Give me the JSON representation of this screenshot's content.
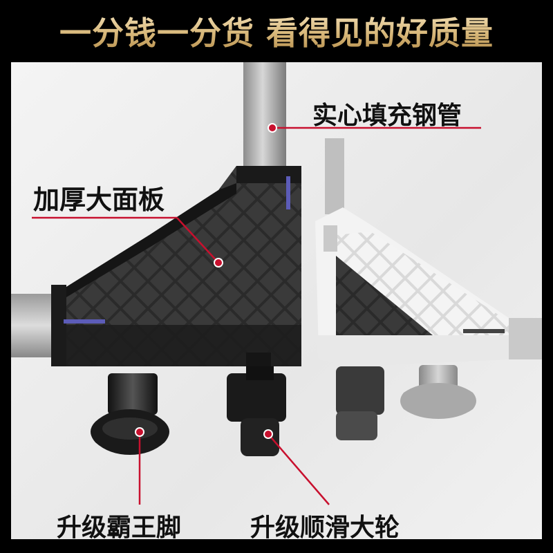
{
  "banner": {
    "headline": "一分钱一分货 看得见的好质量"
  },
  "callouts": {
    "pipe": "实心填充钢管",
    "panel": "加厚大面板",
    "foot": "升级霸王脚",
    "wheel": "升级顺滑大轮"
  },
  "colors": {
    "background": "#000000",
    "photo_bg": "#efefef",
    "headline_gold": "#d8b87a",
    "callout_line": "#c8102e",
    "panel_black": "#222222",
    "panel_white": "#f2f2f2"
  }
}
